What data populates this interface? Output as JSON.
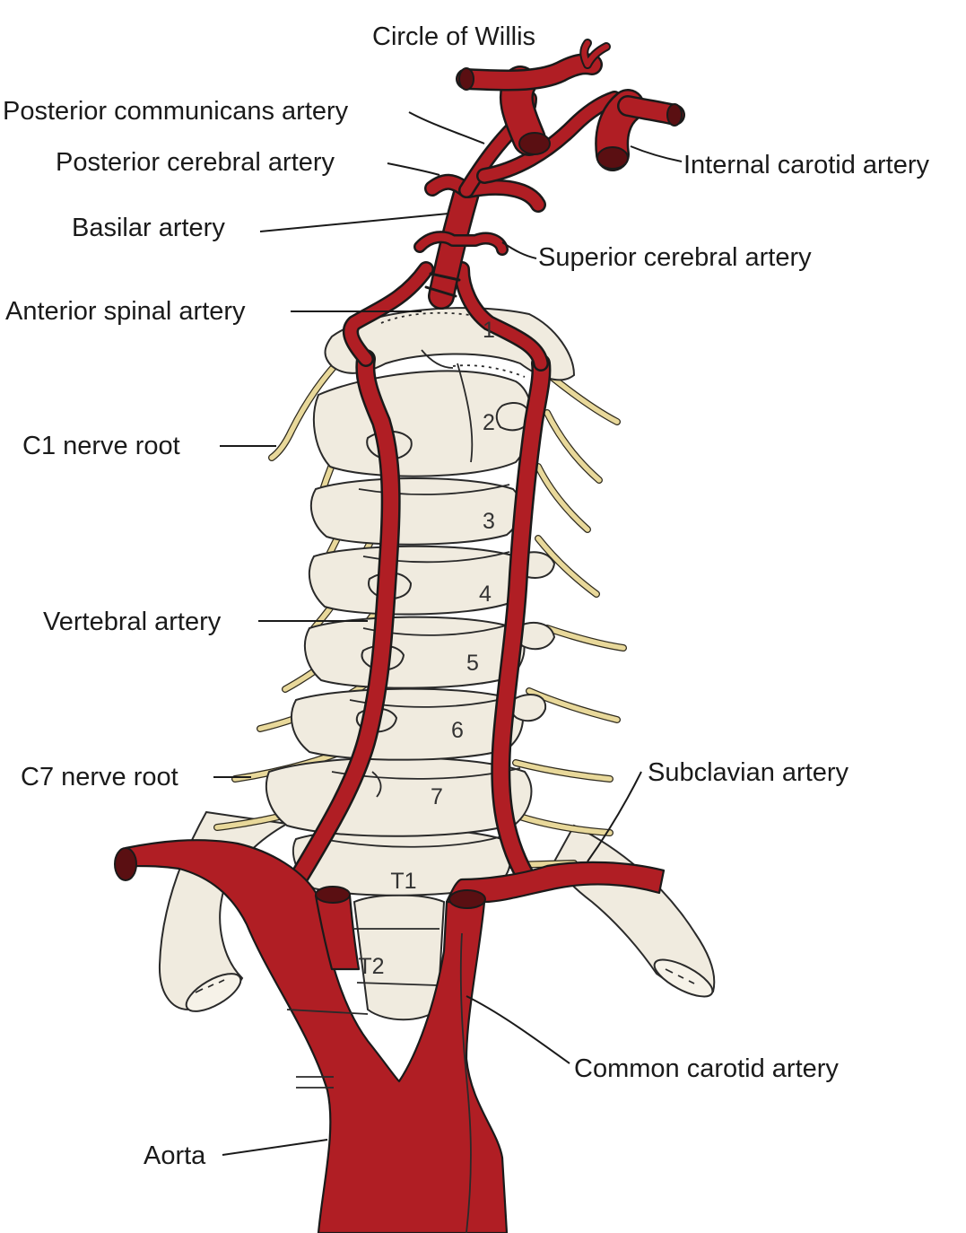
{
  "title": "Vertebral and carotid arterial supply to the brain",
  "colors": {
    "artery": "#b01e24",
    "bone": "#f0ebdf",
    "nerve": "#e8d89a",
    "outline": "#1a1a1a"
  },
  "labels": {
    "circle_of_willis": "Circle of Willis",
    "posterior_communicans": "Posterior communicans artery",
    "posterior_cerebral": "Posterior cerebral artery",
    "basilar": "Basilar artery",
    "anterior_spinal": "Anterior spinal artery",
    "c1_nerve_root": "C1 nerve root",
    "vertebral": "Vertebral artery",
    "c7_nerve_root": "C7 nerve root",
    "aorta": "Aorta",
    "internal_carotid": "Internal carotid artery",
    "superior_cerebral": "Superior cerebral artery",
    "subclavian": "Subclavian artery",
    "common_carotid": "Common carotid artery"
  },
  "vertebra_numbers": [
    "1",
    "2",
    "3",
    "4",
    "5",
    "6",
    "7",
    "T1",
    "T2"
  ]
}
